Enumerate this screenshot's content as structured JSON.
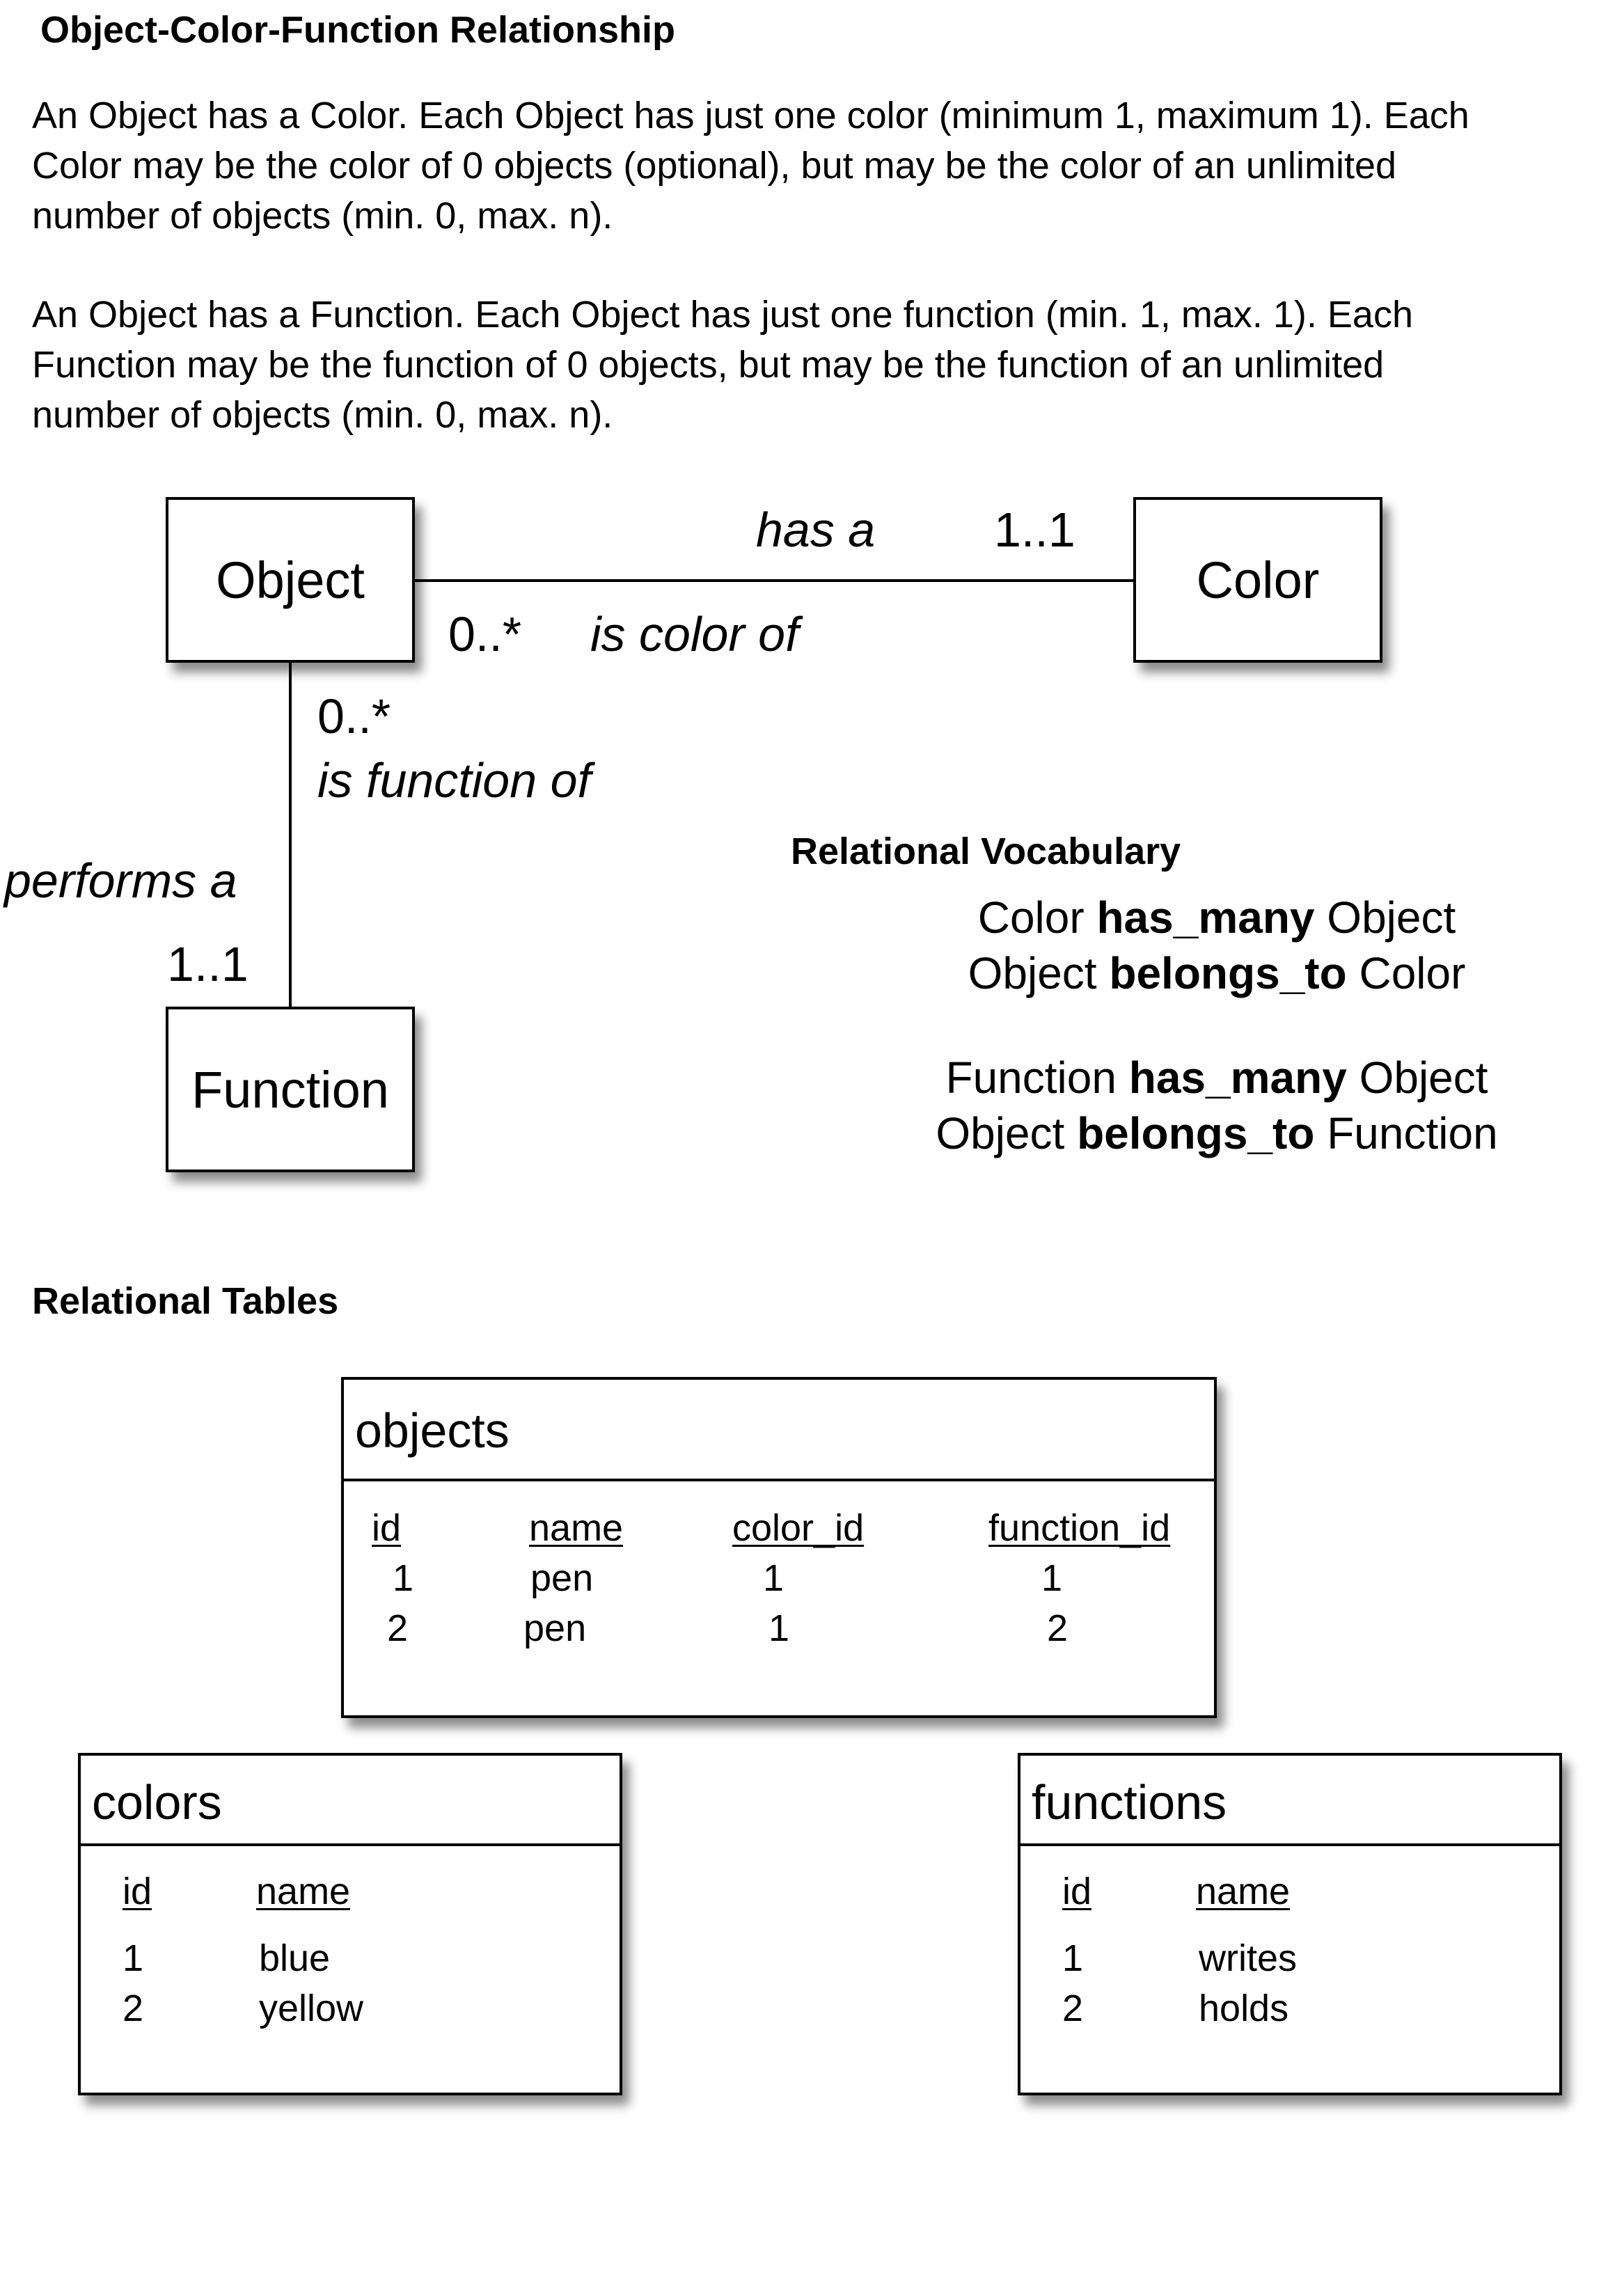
{
  "title": "Object-Color-Function Relationship",
  "paragraphs": [
    "An Object has a Color.  Each Object has just one color (minimum 1, maximum 1). Each\nColor may be the color of 0 objects (optional), but may be the color of an unlimited\nnumber of objects (min. 0, max. n).",
    "An Object has a Function.  Each Object has just one function (min. 1, max. 1).   Each\nFunction may be the function of 0 objects, but may be the function of an unlimited\nnumber of objects (min. 0, max. n)."
  ],
  "diagram": {
    "entities": {
      "object": "Object",
      "color": "Color",
      "function": "Function"
    },
    "object_color": {
      "role_forward": "has a",
      "cardinality_color": "1..1",
      "cardinality_object": "0..*",
      "role_reverse": "is color of"
    },
    "object_function": {
      "cardinality_object": "0..*",
      "role_reverse": "is function of",
      "role_forward": "performs a",
      "cardinality_function": "1..1"
    }
  },
  "vocabulary": {
    "heading": "Relational Vocabulary",
    "statements": [
      {
        "subject": "Color",
        "relation": "has_many",
        "object": "Object"
      },
      {
        "subject": "Object",
        "relation": "belongs_to",
        "object": "Color"
      },
      {
        "subject": "Function",
        "relation": "has_many",
        "object": "Object"
      },
      {
        "subject": "Object",
        "relation": "belongs_to",
        "object": "Function"
      }
    ]
  },
  "tables_heading": "Relational Tables",
  "tables": {
    "objects": {
      "name": "objects",
      "columns": [
        "id",
        "name",
        "color_id",
        "function_id"
      ],
      "rows": [
        [
          "1",
          "pen",
          "1",
          "1"
        ],
        [
          "2",
          "pen",
          "1",
          "2"
        ]
      ]
    },
    "colors": {
      "name": "colors",
      "columns": [
        "id",
        "name"
      ],
      "rows": [
        [
          "1",
          "blue"
        ],
        [
          "2",
          "yellow"
        ]
      ]
    },
    "functions": {
      "name": "functions",
      "columns": [
        "id",
        "name"
      ],
      "rows": [
        [
          "1",
          "writes"
        ],
        [
          "2",
          "holds"
        ]
      ]
    }
  }
}
